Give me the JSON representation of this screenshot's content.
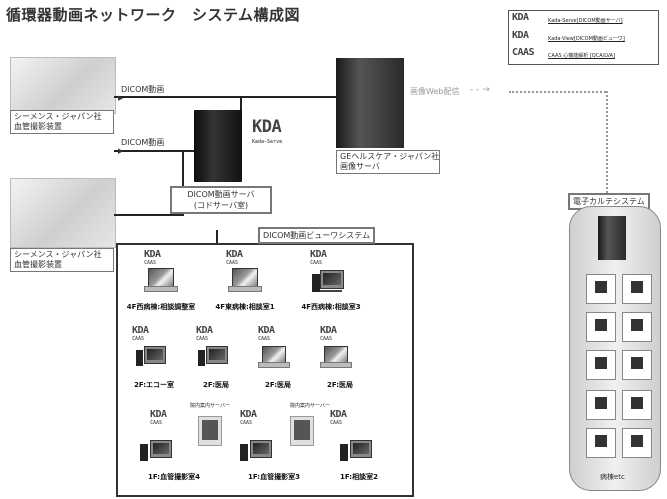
{
  "title": "循環器動画ネットワーク　システム構成図",
  "legend": [
    {
      "logo": "KDA",
      "text": "Kada-Serve[DICOM動画サーバ]"
    },
    {
      "logo": "KDA",
      "text": "Kada-View[DICOM動画ビューワ]"
    },
    {
      "logo": "CAAS",
      "text": "CAAS 心機能解析 [QCA/LVA]"
    }
  ],
  "equipment": {
    "top_label": "シーメンス・ジャパン社\n血管撮影装置",
    "bottom_label": "シーメンス・ジャパン社\n血管撮影装置"
  },
  "links": {
    "dicom_top": "DICOM動画",
    "dicom_bottom": "DICOM動画",
    "web_delivery": "画像Web配信"
  },
  "kada_server": {
    "brand": "KDA",
    "brand_sub": "Kada-Serve",
    "label": "DICOM動画サーバ\n(コドサーバ室)"
  },
  "ge_server": {
    "label": "GEヘルスケア・ジャパン社\n画像サーバ"
  },
  "viewer_system": {
    "label": "DICOM動画ビューワシステム",
    "rows": [
      [
        "4F西病棟:相談調整室",
        "4F東病棟:相談室1",
        "4F西病棟:相談室3"
      ],
      [
        "2F:エコー室",
        "2F:医局",
        "2F:医局",
        "2F:医局"
      ],
      [
        "1F:血管撮影室4",
        "1F:血管撮影室3",
        "1F:相談室2"
      ]
    ],
    "kiosk_label": "院内案内サーバー"
  },
  "emr": {
    "label": "電子カルテシステム",
    "footer": "病棟etc"
  }
}
